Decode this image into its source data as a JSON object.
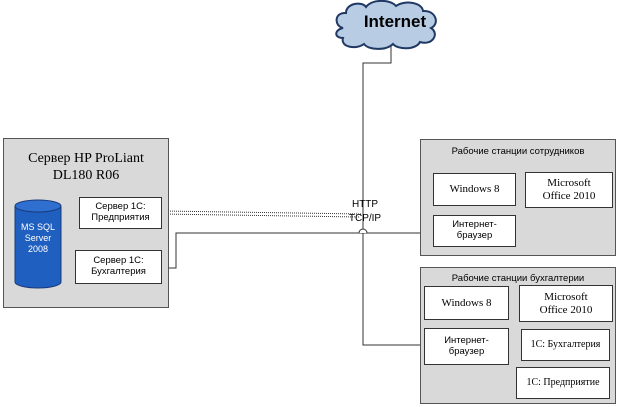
{
  "internet": {
    "label": "Internet"
  },
  "protocol": {
    "line1": "HTTP",
    "line2": "TCP/IP"
  },
  "server": {
    "title_line1": "Сервер HP ProLiant",
    "title_line2": "DL180 R06",
    "db": {
      "line1": "MS SQL",
      "line2": "Server",
      "line3": "2008"
    },
    "boxes": [
      {
        "line1": "Сервер 1С:",
        "line2": "Предприятия"
      },
      {
        "line1": "Сервер 1С:",
        "line2": "Бухгалтерия"
      }
    ]
  },
  "employees": {
    "title": "Рабочие станции сотрудников",
    "windows": "Windows 8",
    "office_line1": "Microsoft",
    "office_line2": "Office 2010",
    "browser_line1": "Интернет-",
    "browser_line2": "браузер"
  },
  "accounting": {
    "title": "Рабочие станции бухгалтерии",
    "windows": "Windows 8",
    "office_line1": "Microsoft",
    "office_line2": "Office 2010",
    "browser_line1": "Интернет-",
    "browser_line2": "браузер",
    "app1": "1С: Бухгалтерия",
    "app2": "1С: Предприятие"
  }
}
